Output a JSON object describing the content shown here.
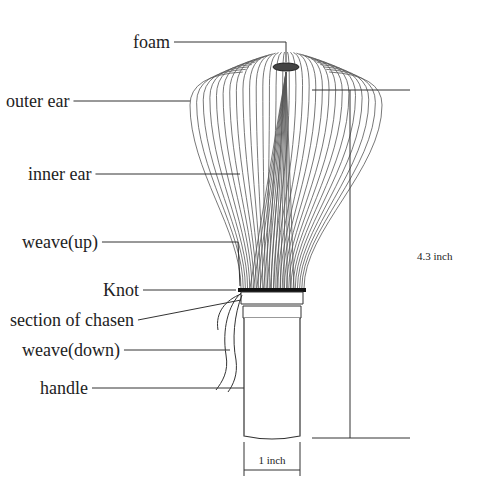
{
  "diagram": {
    "labels": [
      "foam",
      "outer ear",
      "inner ear",
      "weave(up)",
      "Knot",
      "section of chasen",
      "weave(down)",
      "handle",
      "4.3 inch",
      "1 inch"
    ]
  }
}
